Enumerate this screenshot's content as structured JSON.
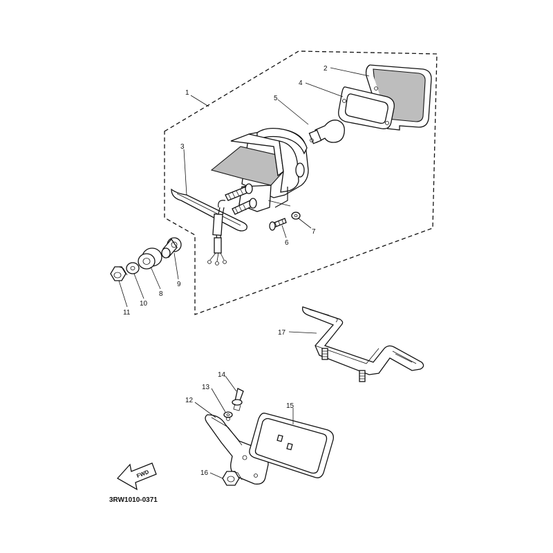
{
  "diagram": {
    "callouts": [
      {
        "id": "1",
        "label": "1"
      },
      {
        "id": "2",
        "label": "2"
      },
      {
        "id": "3",
        "label": "3"
      },
      {
        "id": "4",
        "label": "4"
      },
      {
        "id": "5",
        "label": "5"
      },
      {
        "id": "6",
        "label": "6"
      },
      {
        "id": "7",
        "label": "7"
      },
      {
        "id": "8",
        "label": "8"
      },
      {
        "id": "9",
        "label": "9"
      },
      {
        "id": "10",
        "label": "10"
      },
      {
        "id": "11",
        "label": "11"
      },
      {
        "id": "12",
        "label": "12"
      },
      {
        "id": "13",
        "label": "13"
      },
      {
        "id": "14",
        "label": "14"
      },
      {
        "id": "15",
        "label": "15"
      },
      {
        "id": "16",
        "label": "16"
      },
      {
        "id": "17",
        "label": "17"
      }
    ],
    "fwd_label": "FWD",
    "drawing_code": "3RW1010-0371"
  }
}
